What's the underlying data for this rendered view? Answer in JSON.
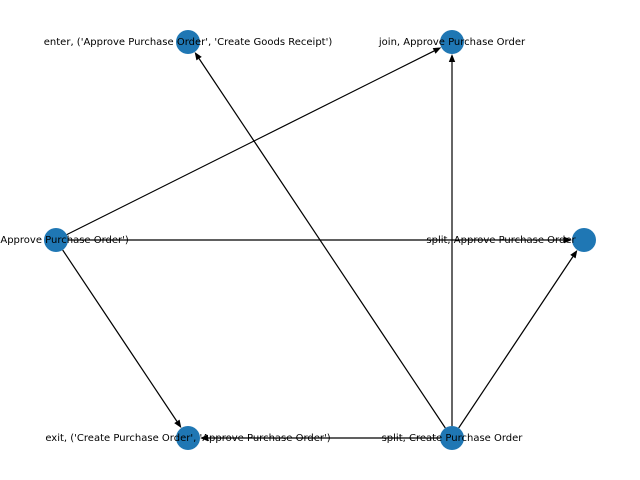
{
  "graph": {
    "colors": {
      "node_fill": "#1f77b4",
      "edge": "#000000",
      "label": "#000000",
      "background": "#ffffff"
    },
    "nodes": [
      {
        "id": "enter",
        "label": "enter, ('Approve Purchase Order', 'Create Goods Receipt')"
      },
      {
        "id": "join",
        "label": "join, Approve Purchase Order"
      },
      {
        "id": "mid",
        "label": "(Create Purchase Order', 'Approve Purchase Order')"
      },
      {
        "id": "split_approve",
        "label": "split, Approve Purchase Order"
      },
      {
        "id": "exit",
        "label": "exit, ('Create Purchase Order', 'Approve Purchase Order')"
      },
      {
        "id": "split_create",
        "label": "split, Create Purchase Order"
      }
    ],
    "edges": [
      {
        "from": "mid",
        "to": "join"
      },
      {
        "from": "mid",
        "to": "split_approve"
      },
      {
        "from": "mid",
        "to": "exit"
      },
      {
        "from": "split_create",
        "to": "enter"
      },
      {
        "from": "split_create",
        "to": "join"
      },
      {
        "from": "split_create",
        "to": "split_approve"
      },
      {
        "from": "split_create",
        "to": "exit"
      }
    ]
  }
}
